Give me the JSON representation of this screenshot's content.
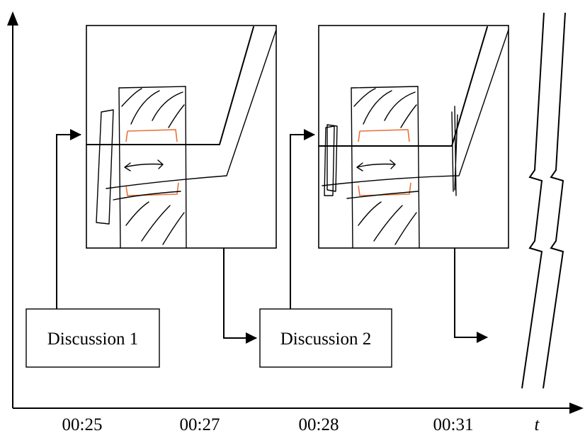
{
  "discussions": [
    {
      "label": "Discussion 1"
    },
    {
      "label": "Discussion 2"
    }
  ],
  "timeline": {
    "ticks": [
      "00:25",
      "00:27",
      "00:28",
      "00:31"
    ],
    "axis_variable": "t"
  },
  "colors": {
    "line": "#000000",
    "highlight": "#e8733a",
    "background": "#ffffff"
  }
}
